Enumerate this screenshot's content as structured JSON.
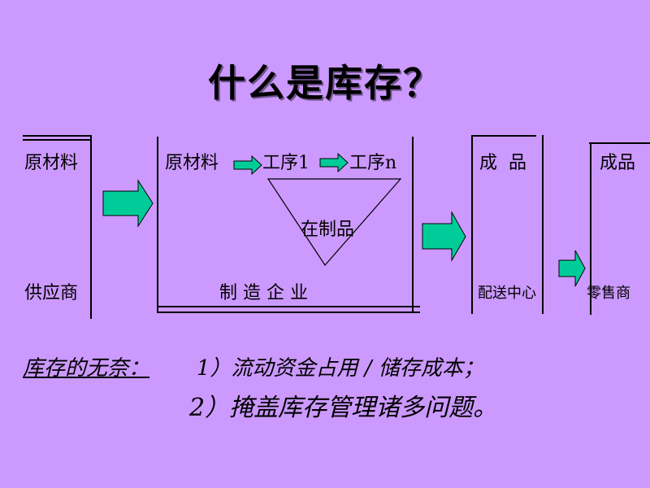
{
  "title": "什么是库存？",
  "diagram": {
    "supplier": {
      "top_label": "原材料",
      "bottom_label": "供应商"
    },
    "manufacturer": {
      "raw_label": "原材料",
      "process1_label": "工序1",
      "processn_label": "工序n",
      "wip_label": "在制品",
      "bottom_label": "制 造 企 业"
    },
    "distribution": {
      "top_label": "成  品",
      "bottom_label": "配送中心"
    },
    "retailer": {
      "top_label": "成品",
      "bottom_label": "零售商"
    },
    "arrow_color": "#00CC99"
  },
  "notes": {
    "heading": "库存的无奈：",
    "item1": "1）流动资金占用 / 储存成本；",
    "item2": "2）掩盖库存管理诸多问题。"
  }
}
